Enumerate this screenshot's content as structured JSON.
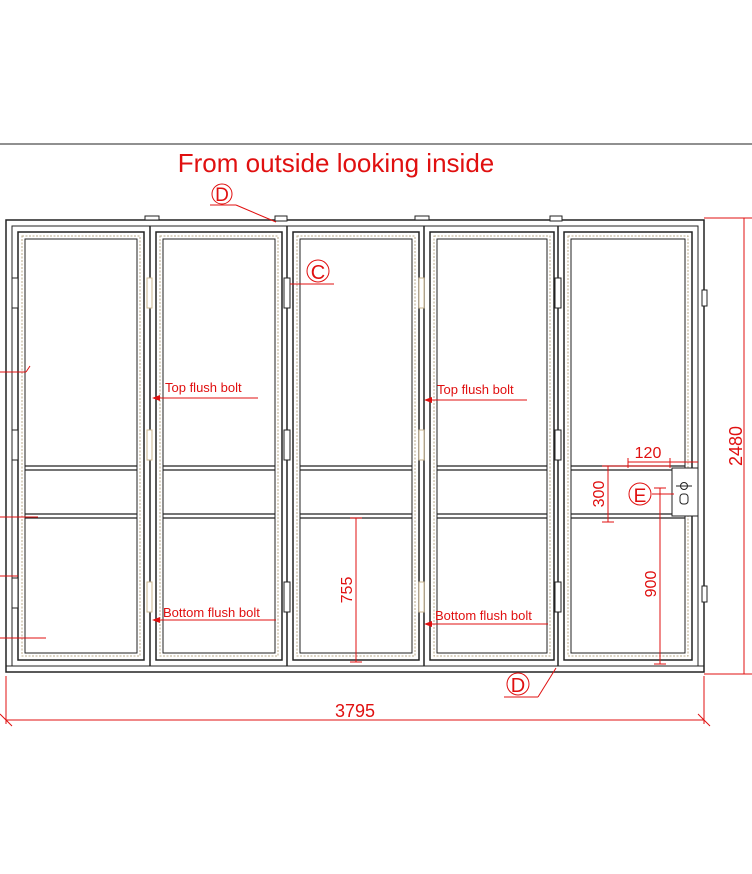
{
  "title": "From outside looking inside",
  "callouts": {
    "d_top": "D",
    "c": "C",
    "d_bottom": "D",
    "e": "E"
  },
  "annotations": {
    "top_flush_bolt_left": "Top flush bolt",
    "top_flush_bolt_right": "Top flush bolt",
    "bottom_flush_bolt_left": "Bottom flush bolt",
    "bottom_flush_bolt_right": "Bottom flush bolt"
  },
  "dimensions": {
    "overall_width": "3795",
    "overall_height": "2480",
    "bottom_panel_height": "755",
    "handle_height": "900",
    "handle_offset": "120",
    "handle_box_height": "300"
  },
  "colors": {
    "annotation": "#e01010",
    "frame": "#222222",
    "insulation": "#b9a98a"
  }
}
